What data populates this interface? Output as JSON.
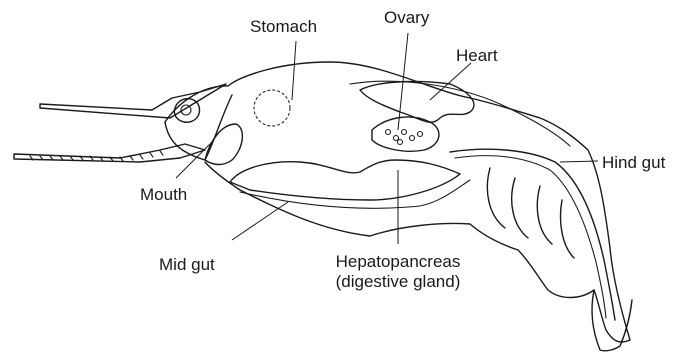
{
  "labels": {
    "stomach": "Stomach",
    "ovary": "Ovary",
    "heart": "Heart",
    "hind_gut": "Hind gut",
    "mouth": "Mouth",
    "mid_gut": "Mid gut",
    "hepatopancreas_line1": "Hepatopancreas",
    "hepatopancreas_line2": "(digestive gland)"
  },
  "colors": {
    "line": "#1a1a1a",
    "background": "#ffffff"
  }
}
